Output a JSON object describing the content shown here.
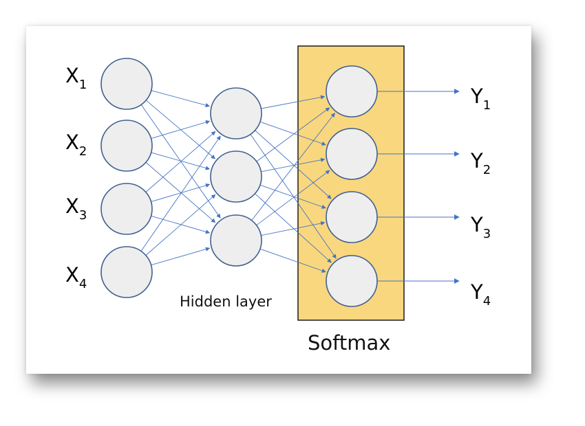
{
  "inputs": [
    {
      "base": "X",
      "sub": "1"
    },
    {
      "base": "X",
      "sub": "2"
    },
    {
      "base": "X",
      "sub": "3"
    },
    {
      "base": "X",
      "sub": "4"
    }
  ],
  "outputs": [
    {
      "base": "Y",
      "sub": "1"
    },
    {
      "base": "Y",
      "sub": "2"
    },
    {
      "base": "Y",
      "sub": "3"
    },
    {
      "base": "Y",
      "sub": "4"
    }
  ],
  "hidden_label": "Hidden layer",
  "softmax_label": "Softmax",
  "colors": {
    "node_fill": "#eeeeee",
    "node_stroke": "#3f5f8f",
    "edge": "#4472c4",
    "softmax_fill": "#f9d77e",
    "softmax_stroke": "#1a1a1a"
  }
}
